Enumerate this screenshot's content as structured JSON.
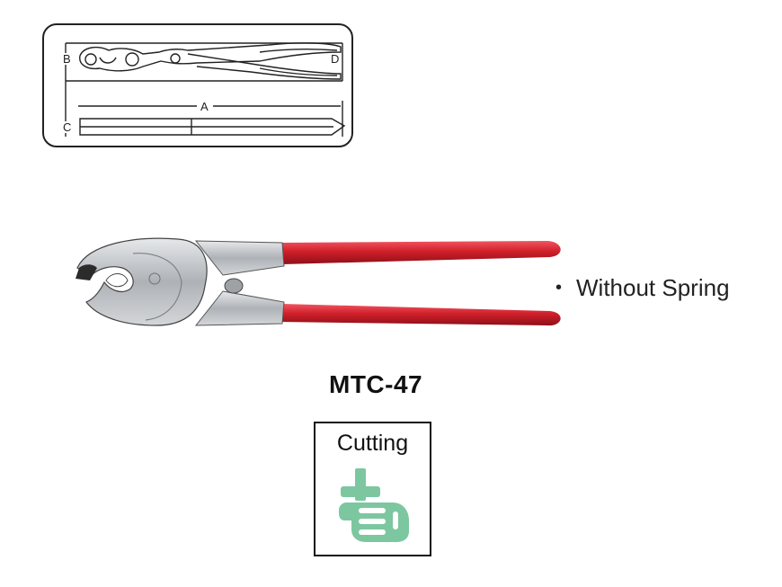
{
  "diagram": {
    "labels": {
      "a": "A",
      "b": "B",
      "c": "C",
      "d": "D"
    }
  },
  "product": {
    "feature": "Without Spring",
    "model": "MTC-47",
    "handle_color": "#d0202a",
    "head_color": "#bfc2c6"
  },
  "function_badge": {
    "label": "Cutting",
    "icon": "hand-cutting-icon",
    "icon_color": "#7cc7a0"
  }
}
